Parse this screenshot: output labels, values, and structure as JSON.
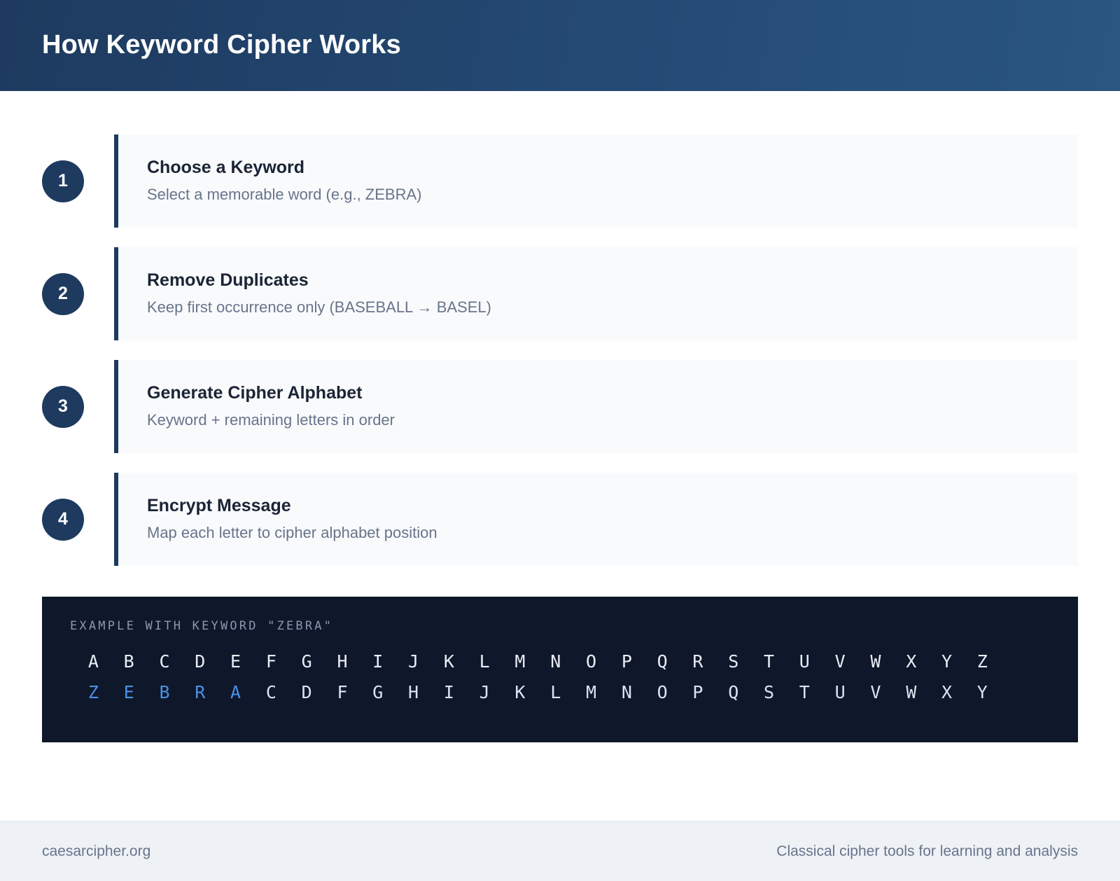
{
  "header": {
    "title": "How Keyword Cipher Works",
    "gradient_from": "#1e3a5f",
    "gradient_to": "#2a5680"
  },
  "steps": [
    {
      "number": "1",
      "title": "Choose a Keyword",
      "desc": "Select a memorable word (e.g., ZEBRA)"
    },
    {
      "number": "2",
      "title": "Remove Duplicates",
      "desc": "Keep first occurrence only (BASEBALL → BASEL)"
    },
    {
      "number": "3",
      "title": "Generate Cipher Alphabet",
      "desc": "Keyword + remaining letters in order"
    },
    {
      "number": "4",
      "title": "Encrypt Message",
      "desc": "Map each letter to cipher alphabet position"
    }
  ],
  "example": {
    "label": "EXAMPLE WITH KEYWORD \"ZEBRA\"",
    "keyword": "ZEBRA",
    "keyword_length": 5,
    "plain_alphabet": [
      "A",
      "B",
      "C",
      "D",
      "E",
      "F",
      "G",
      "H",
      "I",
      "J",
      "K",
      "L",
      "M",
      "N",
      "O",
      "P",
      "Q",
      "R",
      "S",
      "T",
      "U",
      "V",
      "W",
      "X",
      "Y",
      "Z"
    ],
    "cipher_alphabet": [
      "Z",
      "E",
      "B",
      "R",
      "A",
      "C",
      "D",
      "F",
      "G",
      "H",
      "I",
      "J",
      "K",
      "L",
      "M",
      "N",
      "O",
      "P",
      "Q",
      "S",
      "T",
      "U",
      "V",
      "W",
      "X",
      "Y"
    ],
    "panel_bg": "#0f172a",
    "keyword_color": "#4b90e6",
    "letter_color": "#e8edf5"
  },
  "footer": {
    "left": "caesarcipher.org",
    "right": "Classical cipher tools for learning and analysis"
  }
}
